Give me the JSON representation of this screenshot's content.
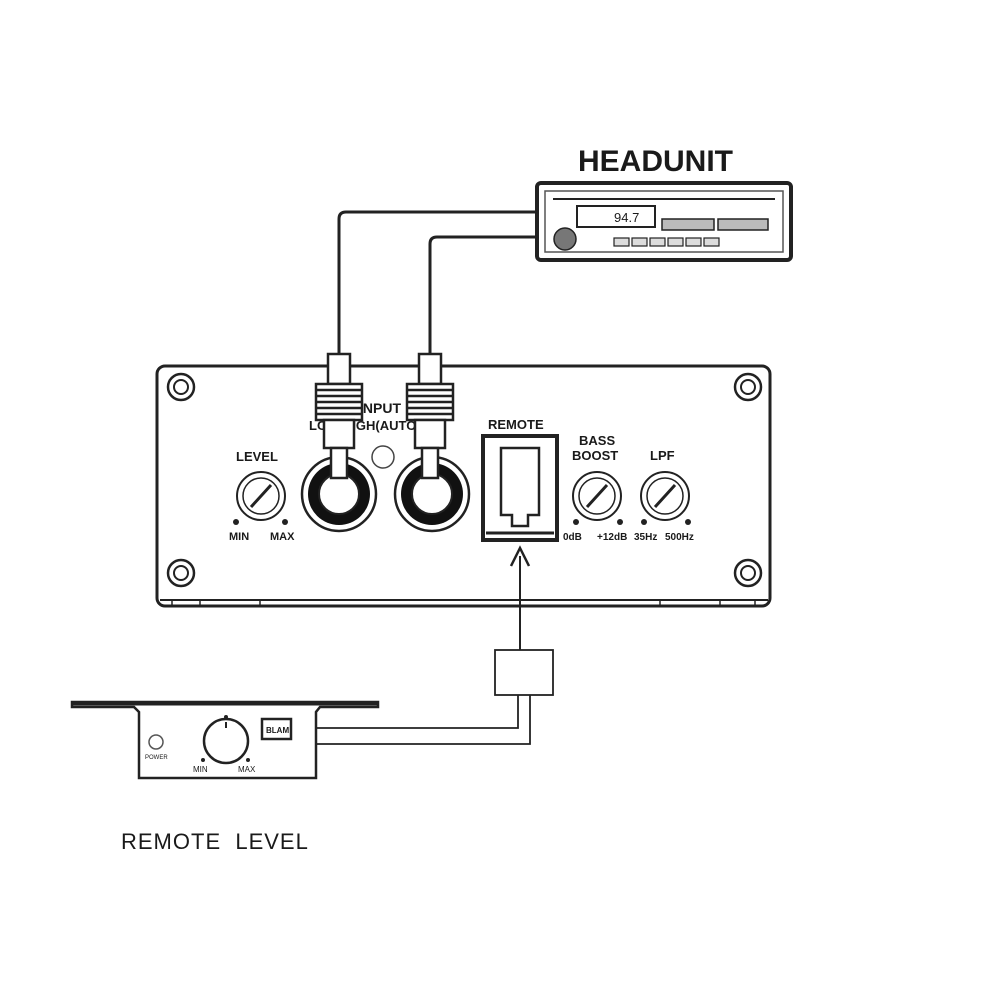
{
  "headunit": {
    "title": "HEADUNIT",
    "display_text": "94.7"
  },
  "amplifier": {
    "input_label_line1": "INPUT",
    "input_label_line2": "LOW/HIGH(AUTO)",
    "remote_label": "REMOTE",
    "level": {
      "label": "LEVEL",
      "min": "MIN",
      "max": "MAX"
    },
    "bass_boost": {
      "label_line1": "BASS",
      "label_line2": "BOOST",
      "min": "0dB",
      "max": "+12dB"
    },
    "lpf": {
      "label": "LPF",
      "min": "35Hz",
      "max": "500Hz"
    }
  },
  "remote_unit": {
    "power_label": "POWER",
    "min": "MIN",
    "max": "MAX",
    "brand": "BLAM",
    "caption": "REMOTE  LEVEL"
  },
  "colors": {
    "line": "#222222",
    "panel": "#ffffff",
    "background": "#ffffff"
  }
}
